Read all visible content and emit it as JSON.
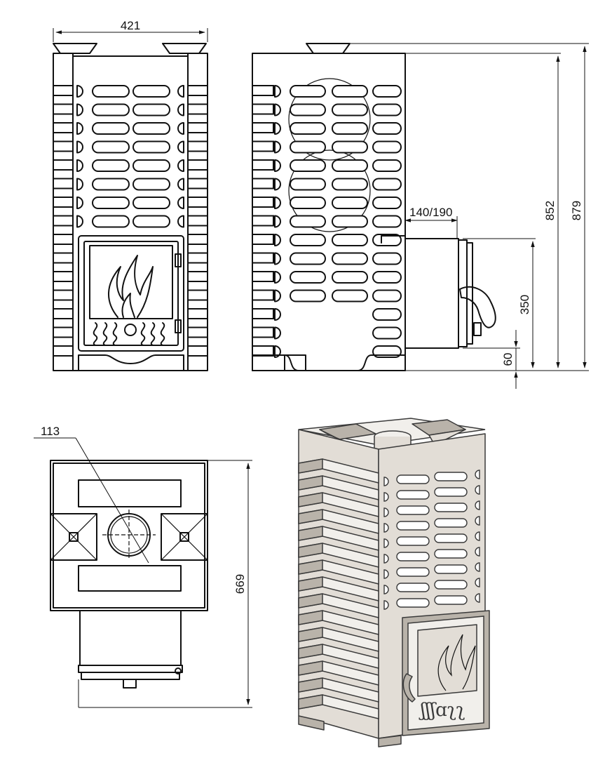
{
  "dimensions": {
    "width": "421",
    "flue_offset": "140/190",
    "total_height_a": "852",
    "total_height_b": "879",
    "door_height": "350",
    "leg_height": "60",
    "pipe_diameter": "113",
    "depth": "669"
  },
  "colors": {
    "line": "#111111",
    "render_fill": "#e2ddd6",
    "render_shadow": "#b9b3aa"
  }
}
